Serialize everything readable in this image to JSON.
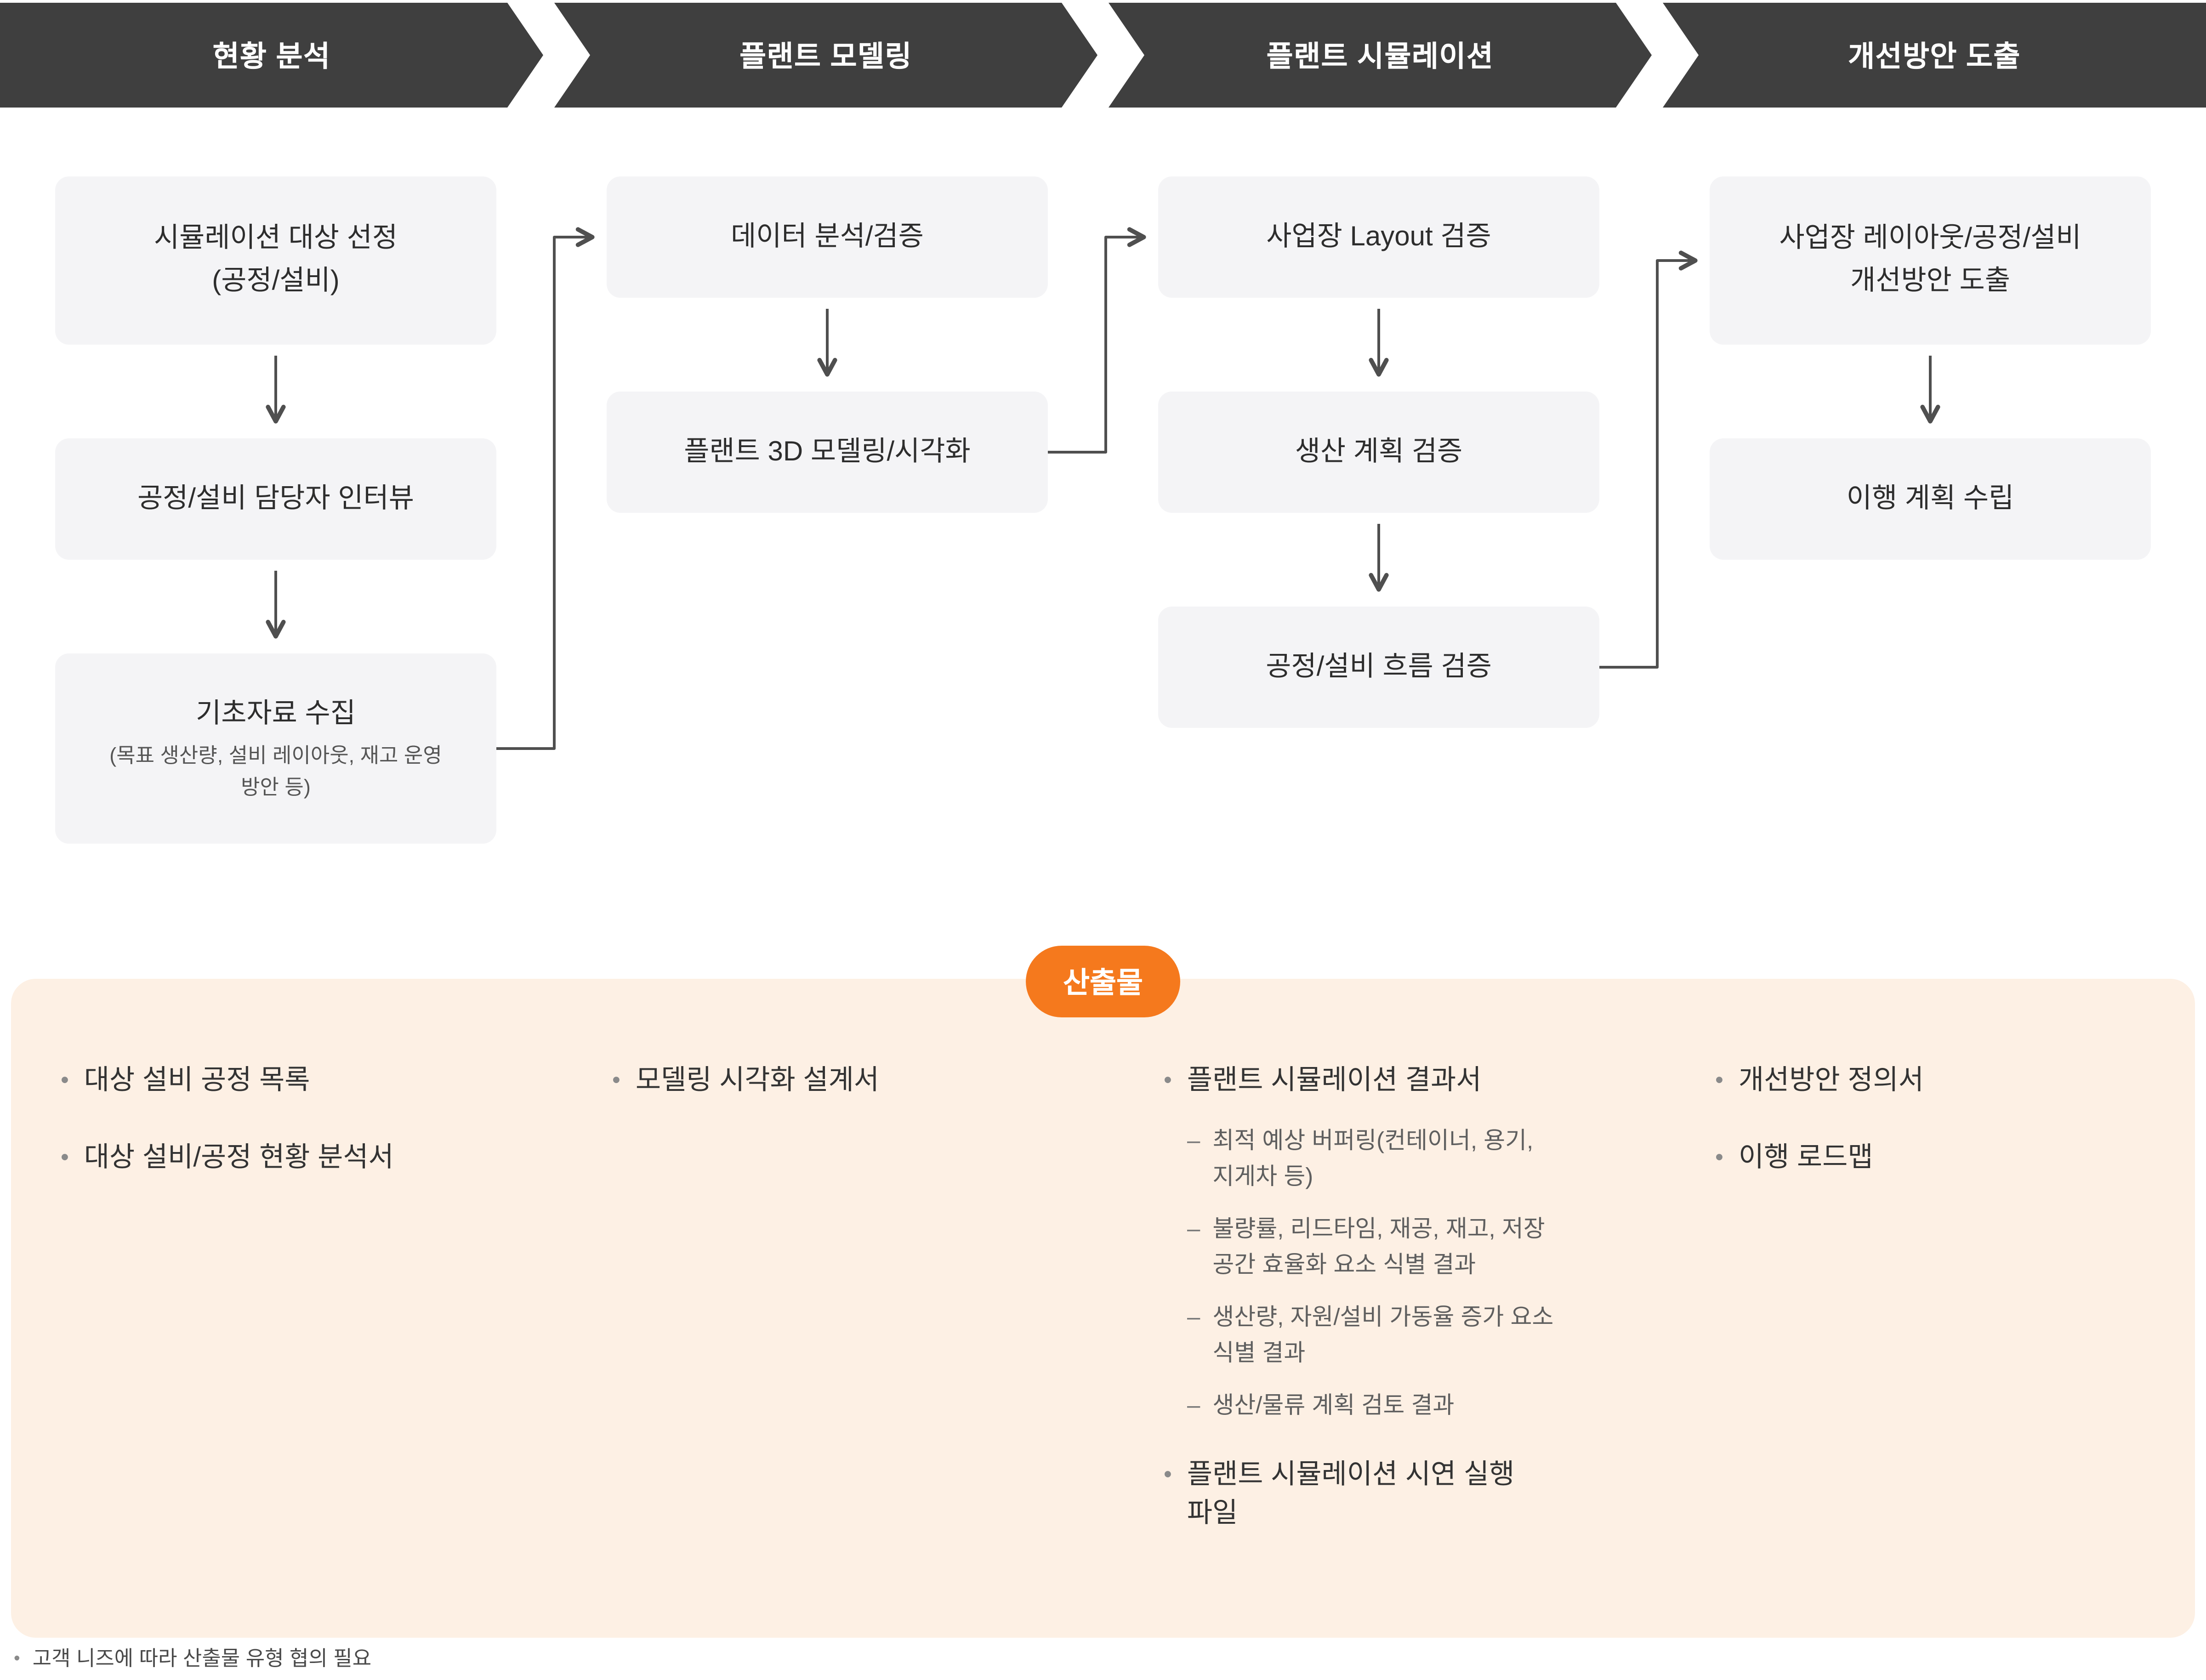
{
  "phases": [
    {
      "label": "현황 분석"
    },
    {
      "label": "플랜트 모델링"
    },
    {
      "label": "플랜트 시뮬레이션"
    },
    {
      "label": "개선방안 도출"
    }
  ],
  "flow_columns": [
    {
      "boxes": [
        {
          "lines": [
            "시뮬레이션 대상 선정",
            "(공정/설비)"
          ]
        },
        {
          "lines": [
            "공정/설비 담당자 인터뷰"
          ]
        },
        {
          "lines": [
            "기초자료 수집"
          ],
          "sub": "(목표 생산량, 설비 레이아웃, 재고 운영 방안 등)"
        }
      ]
    },
    {
      "boxes": [
        {
          "lines": [
            "데이터 분석/검증"
          ]
        },
        {
          "lines": [
            "플랜트 3D 모델링/시각화"
          ]
        }
      ]
    },
    {
      "boxes": [
        {
          "lines": [
            "사업장 Layout 검증"
          ]
        },
        {
          "lines": [
            "생산 계획 검증"
          ]
        },
        {
          "lines": [
            "공정/설비 흐름 검증"
          ]
        }
      ]
    },
    {
      "boxes": [
        {
          "lines": [
            "사업장 레이아웃/공정/설비",
            "개선방안 도출"
          ]
        },
        {
          "lines": [
            "이행 계획 수립"
          ]
        }
      ]
    }
  ],
  "deliverables": {
    "badge": "산출물",
    "col1": [
      "대상 설비 공정 목록",
      "대상 설비/공정 현황 분석서"
    ],
    "col2": [
      "모델링 시각화 설계서"
    ],
    "col3": {
      "main1": "플랜트 시뮬레이션 결과서",
      "subs": [
        "최적 예상 버퍼링(컨테이너, 용기, 지게차 등)",
        "불량률, 리드타임, 재공, 재고, 저장공간 효율화 요소 식별 결과",
        "생산량, 자원/설비 가동율 증가 요소 식별 결과",
        "생산/물류 계획 검토 결과"
      ],
      "main2": "플랜트 시뮬레이션 시연 실행파일"
    },
    "col4": [
      "개선방안 정의서",
      "이행 로드맵"
    ]
  },
  "footnote": "고객 니즈에 따라 산출물 유형 협의 필요",
  "colors": {
    "banner": "#3f3f3f",
    "box_bg": "#f4f4f6",
    "panel_bg": "#fdf0e4",
    "badge_orange": "#f5791d",
    "arrow": "#4f4f4f"
  }
}
